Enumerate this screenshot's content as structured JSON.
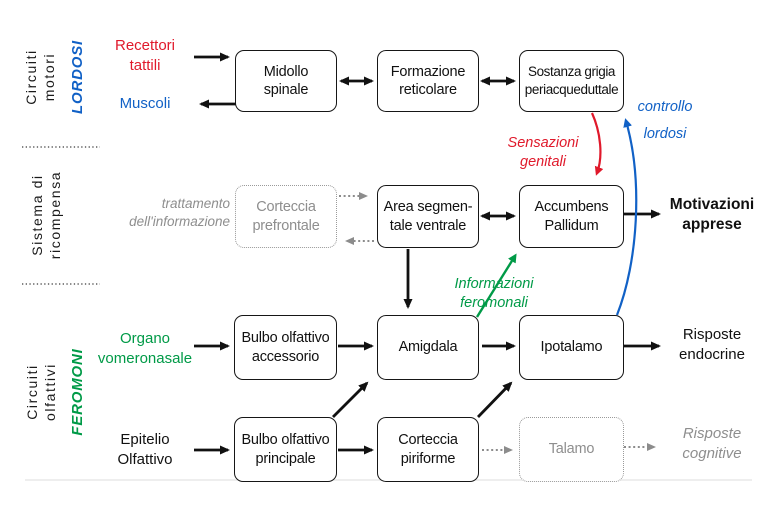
{
  "colors": {
    "accent_red": "#e0192b",
    "accent_blue": "#1161c6",
    "accent_green": "#009a47",
    "muted_gray": "#8e8e8e",
    "line_black": "#111111"
  },
  "sections": {
    "motor": {
      "label": "Circuiti\nmotori",
      "tag": "LORDOSI"
    },
    "reward": {
      "label": "Sistema di\nricompensa"
    },
    "olfactory": {
      "label": "Circuiti\nolfattivi",
      "tag": "FEROMONI"
    }
  },
  "inputs": {
    "recettori_tattili": "Recettori\ntattili",
    "muscoli": "Muscoli",
    "organo_vomeronasale": "Organo\nvomeronasale",
    "epitelio_olfattivo": "Epitelio\nOlfattivo"
  },
  "boxes": {
    "midollo_spinale": "Midollo\nspinale",
    "formazione_reticolare": "Formazione\nreticolare",
    "sostanza_grigia": "Sostanza grigia\nperiacqueduttale",
    "corteccia_prefrontale": "Corteccia\nprefrontale",
    "area_segmentale": "Area segmen-\ntale ventrale",
    "accumbens_pallidum": "Accumbens\nPallidum",
    "bulbo_accessorio": "Bulbo olfattivo\naccessorio",
    "amigdala": "Amigdala",
    "ipotalamo": "Ipotalamo",
    "bulbo_principale": "Bulbo olfattivo\nprincipale",
    "corteccia_piriforme": "Corteccia\npiriforme",
    "talamo": "Talamo"
  },
  "outputs": {
    "motivazioni_apprese": "Motivazioni\napprese",
    "risposte_endocrine": "Risposte\nendocrine",
    "risposte_cognitive": "Risposte\ncognitive"
  },
  "annotations": {
    "sensazioni_genitali": "Sensazioni genitali",
    "controllo_lordosi": "controllo\nlordosi",
    "trattamento_informazione": "trattamento\ndell'informazione",
    "informazioni_feromonali": "Informazioni  feromonali"
  }
}
